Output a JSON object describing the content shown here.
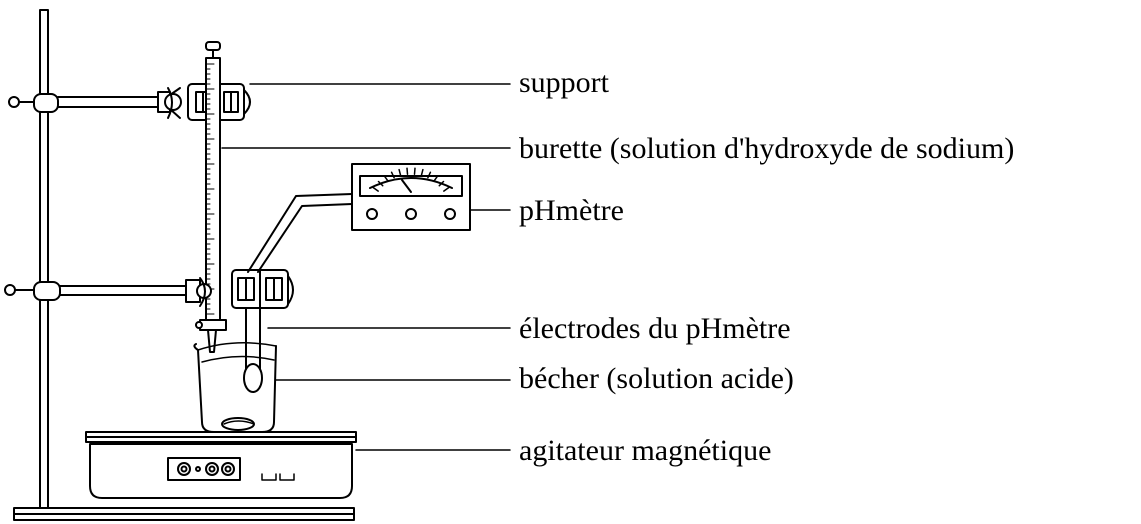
{
  "labels": {
    "support": "support",
    "burette": "burette (solution d'hydroxyde de sodium)",
    "phmetre": "pHmètre",
    "electrodes": "électrodes du pHmètre",
    "becher": "bécher (solution acide)",
    "agitateur": "agitateur magnétique"
  }
}
